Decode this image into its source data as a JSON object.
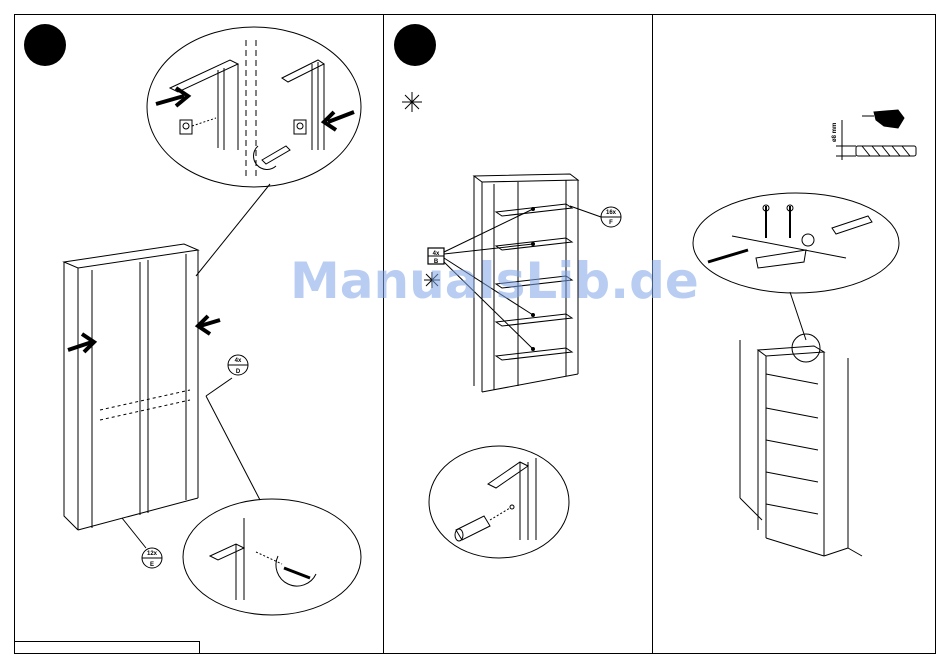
{
  "watermark": "ManualsLib.de",
  "steps": {
    "step1": {
      "part_count_d": "4x",
      "part_letter_d": "D",
      "part_count_e": "12x",
      "part_letter_e": "E"
    },
    "step2": {
      "part_count_b": "4x",
      "part_letter_b": "B",
      "part_count_f": "16x",
      "part_letter_f": "F"
    },
    "step3": {
      "drill_label": "ø8 mm"
    }
  }
}
